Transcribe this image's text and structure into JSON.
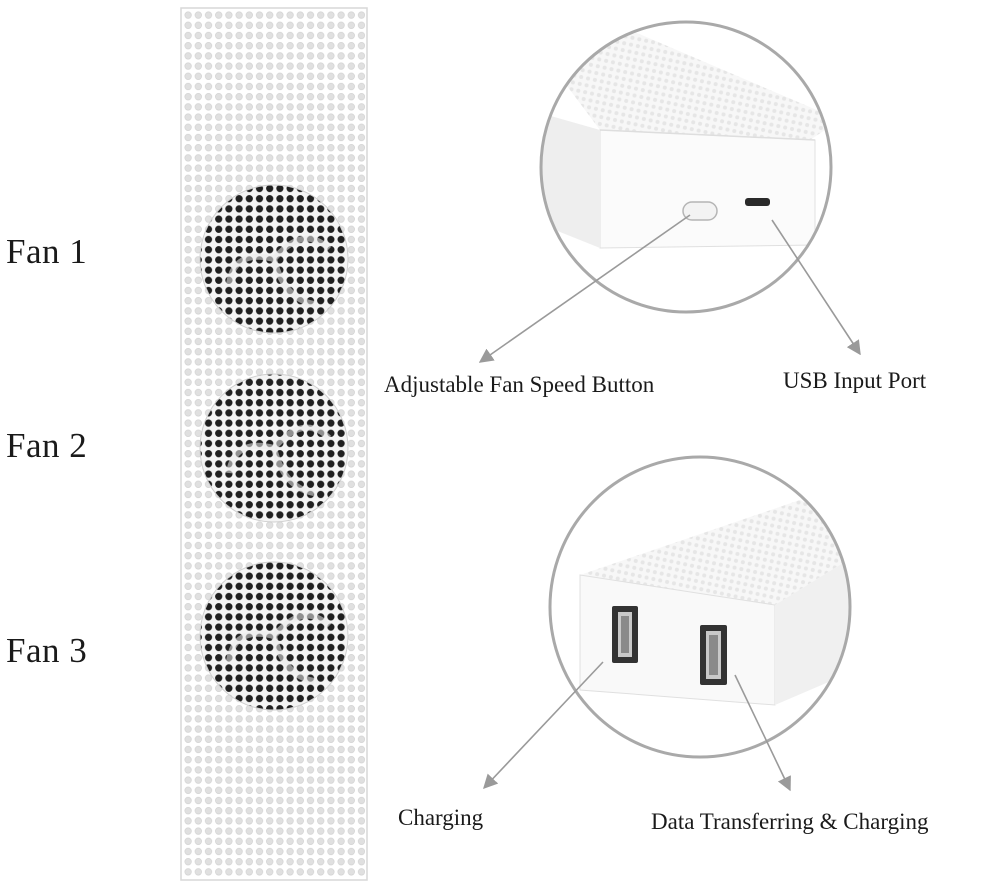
{
  "fans": [
    {
      "label": "Fan 1"
    },
    {
      "label": "Fan 2"
    },
    {
      "label": "Fan 3"
    }
  ],
  "callouts": {
    "speed_button": "Adjustable Fan Speed Button",
    "usb_input": "USB Input Port",
    "charging": "Charging",
    "data_charging": "Data Transferring & Charging"
  },
  "colors": {
    "body": "#ffffff",
    "hole": "#e2e2e2",
    "fan_hole": "#1f1f1f",
    "ring": "#a9a9a9",
    "arrow": "#9a9a9a"
  }
}
